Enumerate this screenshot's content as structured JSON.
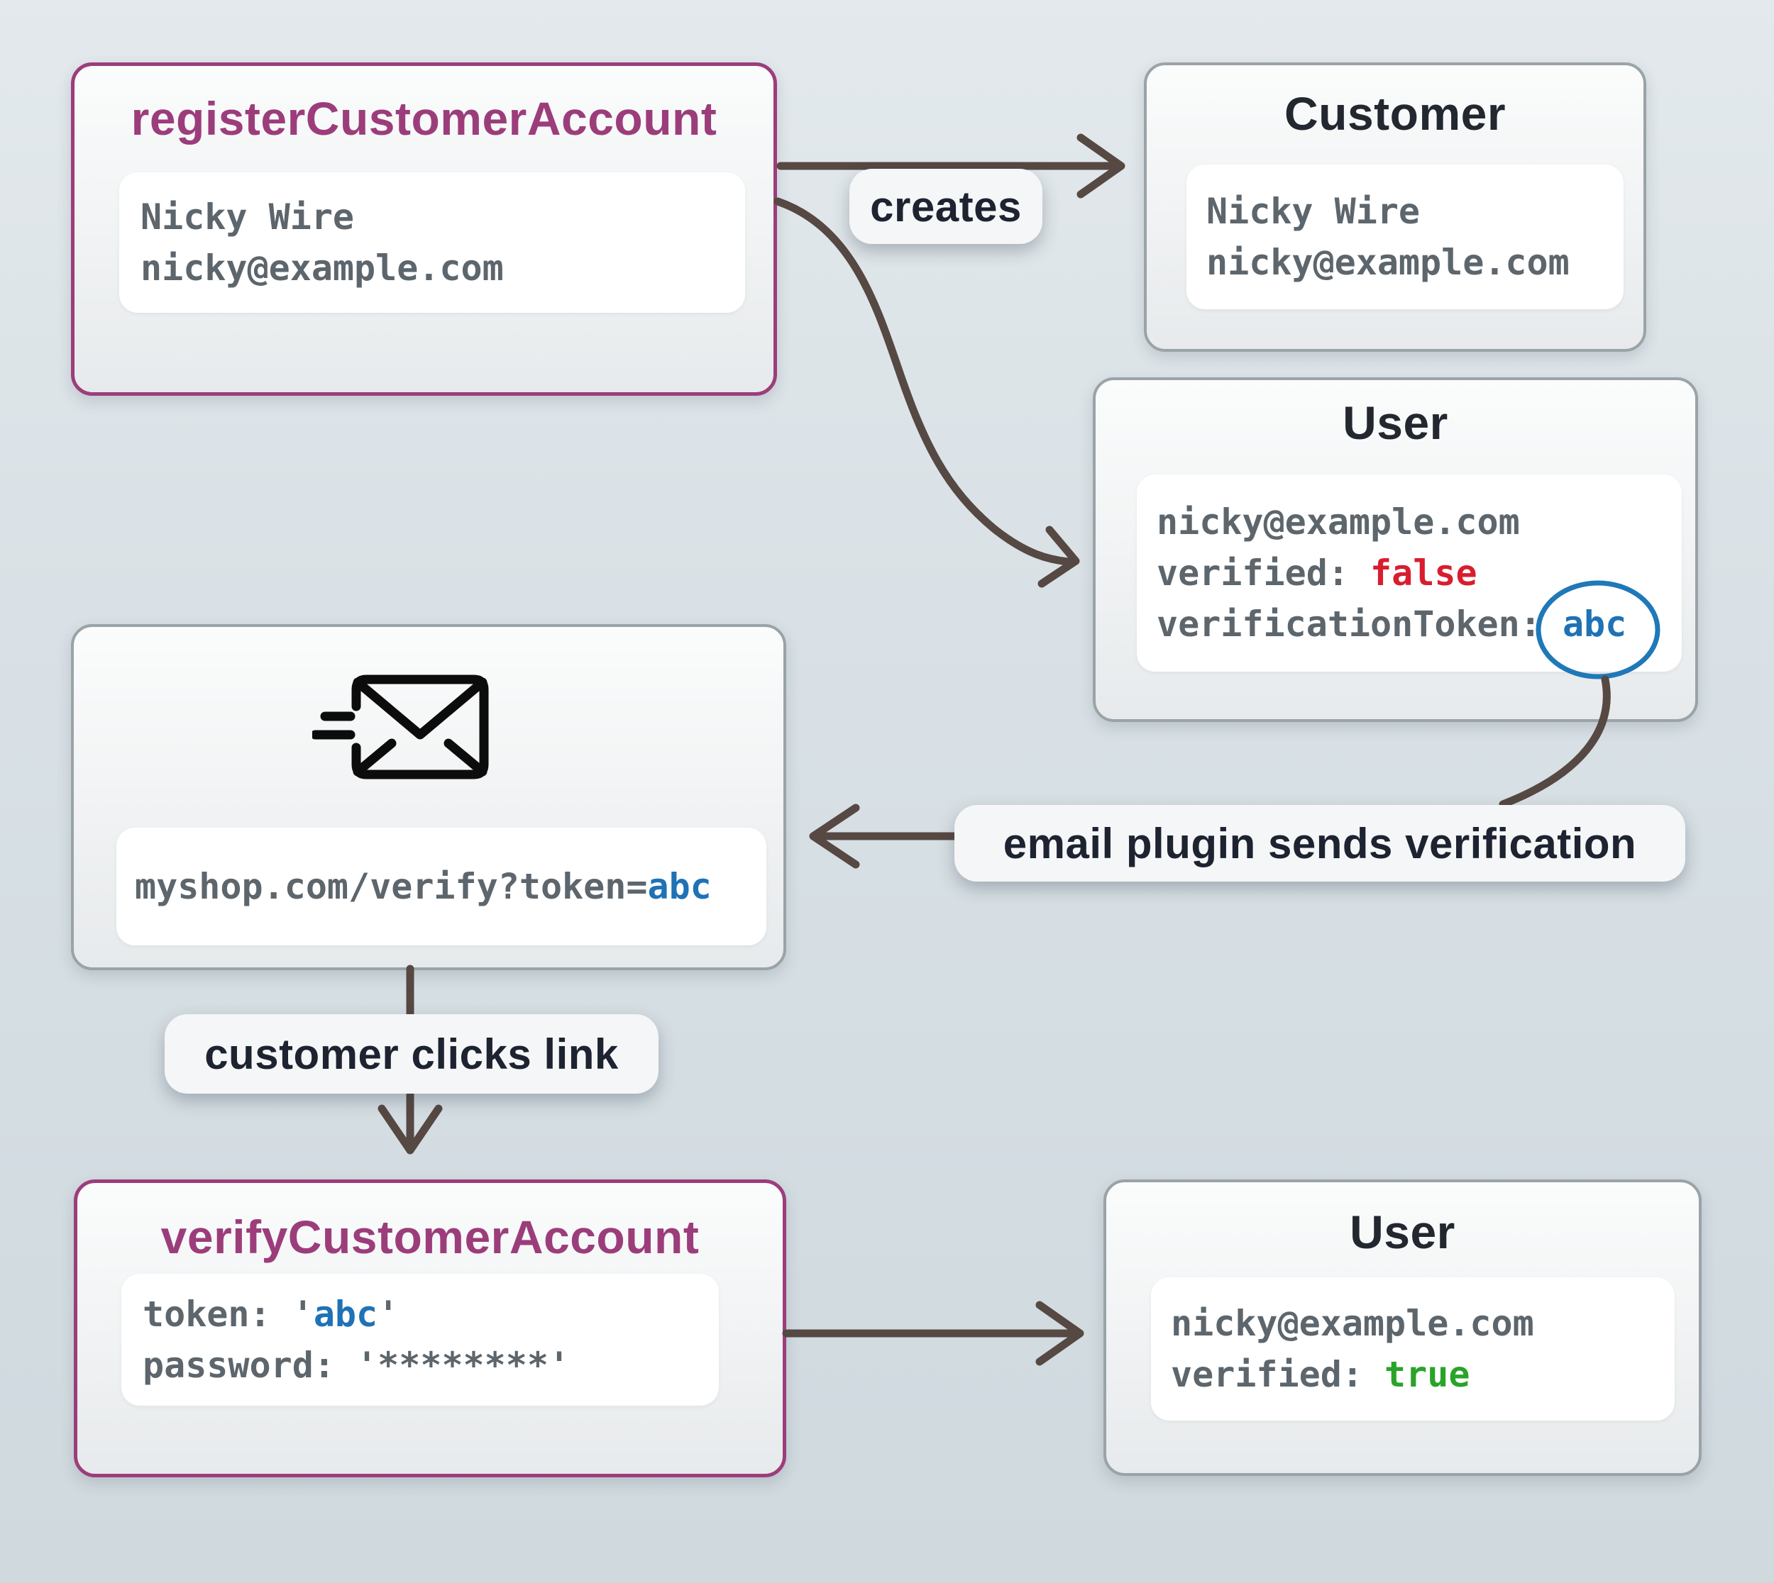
{
  "labels": {
    "creates": "creates",
    "email_plugin": "email plugin sends verification",
    "customer_clicks": "customer clicks link"
  },
  "nodes": {
    "register": {
      "title": "registerCustomerAccount",
      "name": "Nicky Wire",
      "email": "nicky@example.com"
    },
    "customer": {
      "title": "Customer",
      "name": "Nicky Wire",
      "email": "nicky@example.com"
    },
    "user_unverified": {
      "title": "User",
      "email": "nicky@example.com",
      "verified_label": "verified: ",
      "verified_value": "false",
      "token_label": "verificationToken: ",
      "token_value": "abc"
    },
    "email_message": {
      "url_prefix": "myshop.com/verify?token=",
      "token_value": "abc"
    },
    "verify": {
      "title": "verifyCustomerAccount",
      "token_prefix": "token: '",
      "token_value": "abc",
      "token_suffix": "'",
      "password_label": "password: ",
      "password_value": "'********'"
    },
    "user_verified": {
      "title": "User",
      "email": "nicky@example.com",
      "verified_label": "verified: ",
      "verified_value": "true"
    }
  },
  "icons": {
    "mail_send": "mail-send-icon"
  },
  "colors": {
    "background_top": "#e3e9ec",
    "background_bottom": "#cfd9de",
    "node_border": "#99a3a8",
    "accent_border": "#9c3d7b",
    "accent_title": "#9c3d7b",
    "title_text": "#23272f",
    "mono_text": "#5d666c",
    "false_red": "#d81e2e",
    "true_green": "#2aa32a",
    "token_blue": "#1f72b5",
    "token_circle_blue": "#1f78b8",
    "arrow": "#564842",
    "label_bg": "#f5f6f7",
    "card_bg": "#ffffff"
  }
}
